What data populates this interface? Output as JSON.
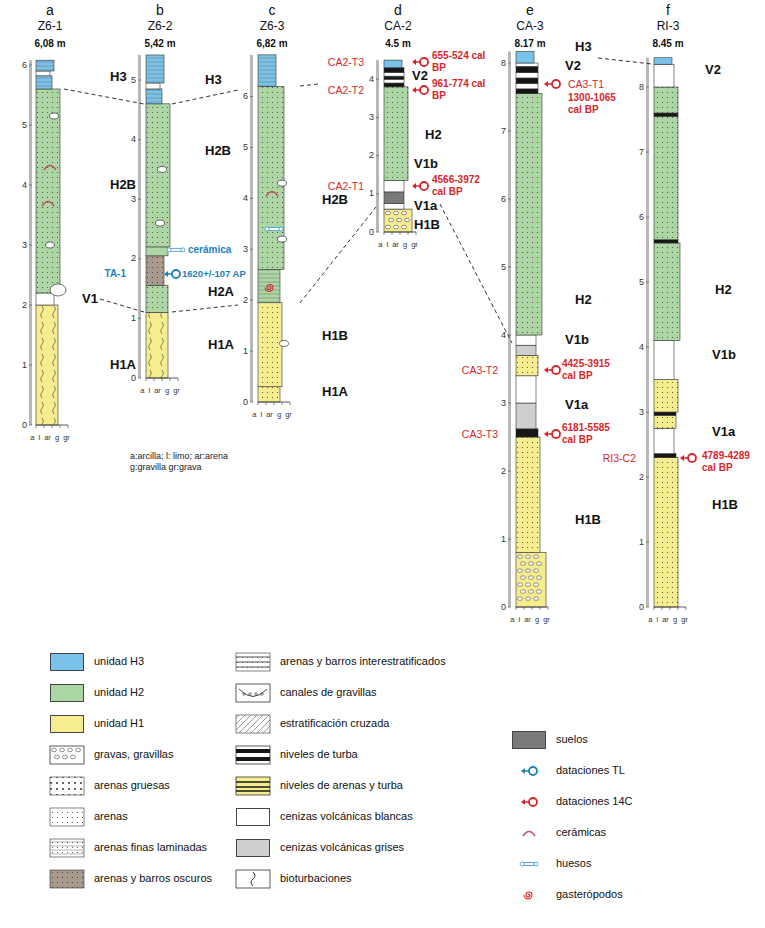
{
  "diagram": {
    "labels": [
      "a",
      "Z6-1",
      "6,08 m",
      "0",
      "1",
      "2",
      "3",
      "4",
      "5",
      "6",
      "a l ar g gr",
      "H3",
      "H2B",
      "V1",
      "H1A",
      "b",
      "Z6-2",
      "5,42 m",
      "0",
      "1",
      "2",
      "3",
      "4",
      "5",
      "a l ar g gr",
      "H3",
      "H2B",
      "cerámica",
      "TA-1",
      "1620+/-107 AP",
      "H2A",
      "H1A",
      "c",
      "Z6-3",
      "6,82 m",
      "0",
      "1",
      "2",
      "3",
      "4",
      "5",
      "6",
      "a l ar g gr",
      "H2B",
      "H1B",
      "H1A",
      "d",
      "CA-2",
      "4.5 m",
      "0",
      "1",
      "2",
      "3",
      "4",
      "a l ar g gr",
      "CA2-T3",
      "655-524 cal BP",
      "V2",
      "CA2-T2",
      "961-774 cal BP",
      "H2",
      "V1b",
      "CA2-T1",
      "4566-3972 cal BP",
      "V1a",
      "H1B",
      "e",
      "CA-3",
      "8.17 m",
      "0",
      "1",
      "2",
      "3",
      "4",
      "5",
      "6",
      "7",
      "8",
      "a l ar g gr",
      "H3",
      "V2",
      "CA3-T1",
      "1300-1065 cal BP",
      "H2",
      "V1b",
      "CA3-T2",
      "4425-3915 cal BP",
      "V1a",
      "CA3-T3",
      "6181-5585 cal BP",
      "H1B",
      "f",
      "RI-3",
      "8.45 m",
      "0",
      "1",
      "2",
      "3",
      "4",
      "5",
      "6",
      "7",
      "8",
      "a l ar g gr",
      "V2",
      "H2",
      "V1b",
      "V1a",
      "RI3-C2",
      "4789-4289 cal BP",
      "H1B",
      "a:arcilla; l: limo; ar:arena g:gravilla gr:grava"
    ],
    "legend": [
      {
        "text": "unidad H3",
        "color": "#79c3ea"
      },
      {
        "text": "unidad H2",
        "color": "#acd7a4"
      },
      {
        "text": "unidad H1",
        "color": "#f6ee8e"
      },
      {
        "text": "gravas, gravillas"
      },
      {
        "text": "arenas gruesas"
      },
      {
        "text": "arenas"
      },
      {
        "text": "arenas finas laminadas"
      },
      {
        "text": "arenas y barros oscuros"
      },
      {
        "text": "arenas y barros interestratificados"
      },
      {
        "text": "canales de gravillas"
      },
      {
        "text": "estratificación cruzada"
      },
      {
        "text": "niveles de turba"
      },
      {
        "text": "niveles de arenas y turba"
      },
      {
        "text": "cenizas volcánicas blancas",
        "color": "#ffffff"
      },
      {
        "text": "cenizas volcánicas grises",
        "color": "#cfcfcf"
      },
      {
        "text": "bioturbaciones"
      },
      {
        "text": "suelos",
        "color": "#7a7a7a"
      },
      {
        "text": "dataciones TL"
      },
      {
        "text": "dataciones 14C"
      },
      {
        "text": "cerámicas"
      },
      {
        "text": "huesos"
      },
      {
        "text": "gasterópodos"
      }
    ]
  }
}
